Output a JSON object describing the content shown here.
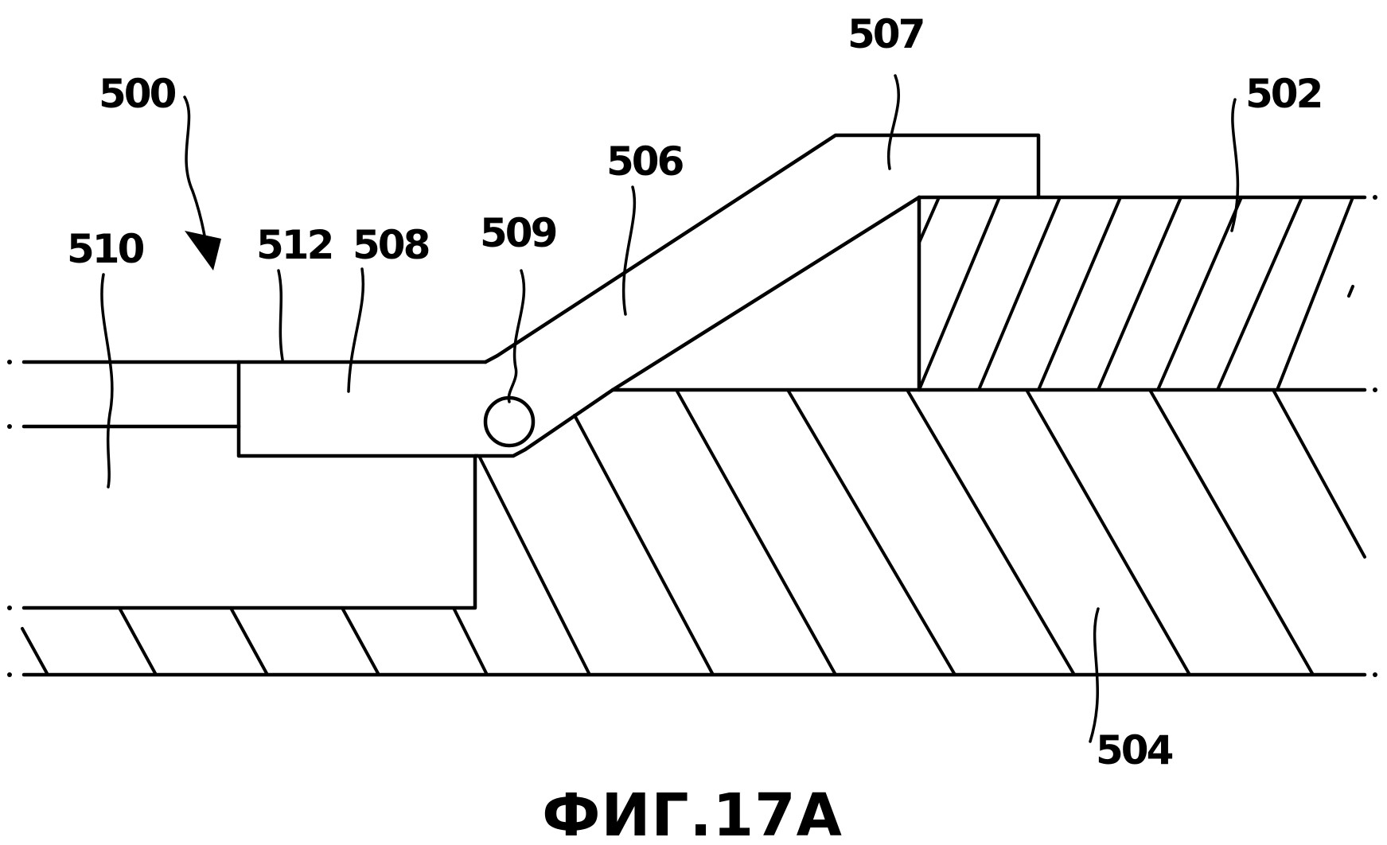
{
  "figure": {
    "caption": "ФИГ.17A",
    "labels": {
      "l500": "500",
      "l502": "502",
      "l504": "504",
      "l506": "506",
      "l507": "507",
      "l508": "508",
      "l509": "509",
      "l510": "510",
      "l512": "512"
    }
  }
}
